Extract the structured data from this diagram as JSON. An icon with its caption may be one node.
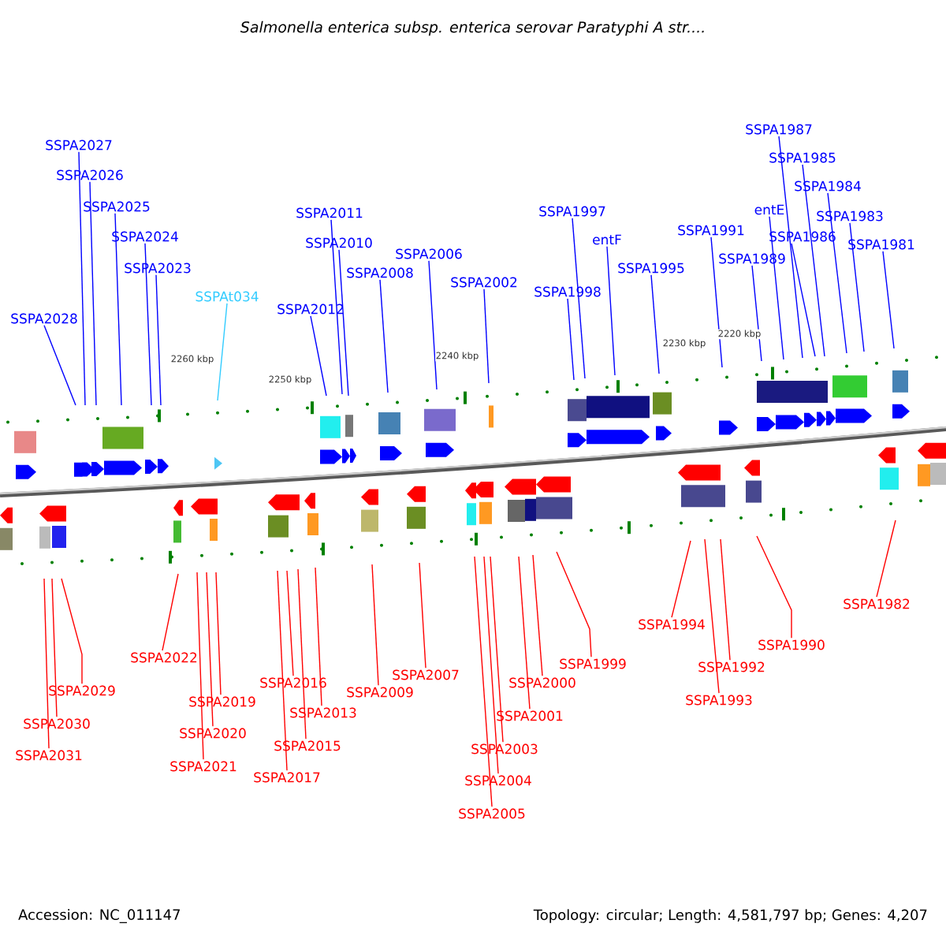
{
  "diagram": {
    "title": "Salmonella enterica subsp. enterica serovar Paratyphi A str....",
    "nodes": [
      {
        "text": [
          "SSPA2028"
        ]
      },
      {
        "text": [
          "SSPA2027"
        ]
      },
      {
        "text": [
          "SSPA2026"
        ]
      },
      {
        "text": [
          "SSPA2025"
        ]
      },
      {
        "text": [
          "SSPA2024"
        ]
      },
      {
        "text": [
          "SSPA2023"
        ]
      },
      {
        "text": [
          "SSPAt034"
        ]
      },
      {
        "text": [
          "SSPA2012"
        ]
      },
      {
        "text": [
          "SSPA2011"
        ]
      },
      {
        "text": [
          "SSPA2010"
        ]
      },
      {
        "text": [
          "SSPA2008"
        ]
      },
      {
        "text": [
          "SSPA2006"
        ]
      },
      {
        "text": [
          "SSPA2002"
        ]
      },
      {
        "text": [
          "SSPA1998"
        ]
      },
      {
        "text": [
          "SSPA1997"
        ]
      },
      {
        "text": [
          "entF"
        ]
      },
      {
        "text": [
          "SSPA1995"
        ]
      },
      {
        "text": [
          "SSPA1991"
        ]
      },
      {
        "text": [
          "SSPA1989"
        ]
      },
      {
        "text": [
          "entE"
        ]
      },
      {
        "text": [
          "SSPA1987"
        ]
      },
      {
        "text": [
          "SSPA1986"
        ]
      },
      {
        "text": [
          "SSPA1985"
        ]
      },
      {
        "text": [
          "SSPA1984"
        ]
      },
      {
        "text": [
          "SSPA1983"
        ]
      },
      {
        "text": [
          "SSPA1981"
        ]
      },
      {
        "text": [
          "SSPA2031"
        ]
      },
      {
        "text": [
          "SSPA2030"
        ]
      },
      {
        "text": [
          "SSPA2029"
        ]
      },
      {
        "text": [
          "SSPA2022"
        ]
      },
      {
        "text": [
          "SSPA2021"
        ]
      },
      {
        "text": [
          "SSPA2020"
        ]
      },
      {
        "text": [
          "SSPA2019"
        ]
      },
      {
        "text": [
          "SSPA2017"
        ]
      },
      {
        "text": [
          "SSPA2016"
        ]
      },
      {
        "text": [
          "SSPA2015"
        ]
      },
      {
        "text": [
          "SSPA2013"
        ]
      },
      {
        "text": [
          "SSPA2009"
        ]
      },
      {
        "text": [
          "SSPA2007"
        ]
      },
      {
        "text": [
          "SSPA2005"
        ]
      },
      {
        "text": [
          "SSPA2004"
        ]
      },
      {
        "text": [
          "SSPA2003"
        ]
      },
      {
        "text": [
          "SSPA2001"
        ]
      },
      {
        "text": [
          "SSPA2000"
        ]
      },
      {
        "text": [
          "SSPA1999"
        ]
      },
      {
        "text": [
          "SSPA1994"
        ]
      },
      {
        "text": [
          "SSPA1993"
        ]
      },
      {
        "text": [
          "SSPA1992"
        ]
      },
      {
        "text": [
          "SSPA1990"
        ]
      },
      {
        "text": [
          "SSPA1982"
        ]
      }
    ],
    "edges": [
      {
        "from": 0,
        "to": null,
        "arrow": "none",
        "color": "#0000ff"
      },
      {
        "from": 1,
        "to": null,
        "arrow": "none",
        "color": "#0000ff"
      },
      {
        "from": 2,
        "to": null,
        "arrow": "none",
        "color": "#0000ff"
      },
      {
        "from": 3,
        "to": null,
        "arrow": "none",
        "color": "#0000ff"
      },
      {
        "from": 4,
        "to": null,
        "arrow": "none",
        "color": "#0000ff"
      },
      {
        "from": 5,
        "to": null,
        "arrow": "none",
        "color": "#0000ff"
      },
      {
        "from": 6,
        "to": null,
        "arrow": "none",
        "color": "#33ccff"
      },
      {
        "from": 7,
        "to": null,
        "arrow": "none",
        "color": "#0000ff"
      },
      {
        "from": 8,
        "to": null,
        "arrow": "none",
        "color": "#0000ff"
      },
      {
        "from": 9,
        "to": null,
        "arrow": "none",
        "color": "#0000ff"
      },
      {
        "from": 10,
        "to": null,
        "arrow": "none",
        "color": "#0000ff"
      },
      {
        "from": 11,
        "to": null,
        "arrow": "none",
        "color": "#0000ff"
      },
      {
        "from": 12,
        "to": null,
        "arrow": "none",
        "color": "#0000ff"
      },
      {
        "from": 13,
        "to": null,
        "arrow": "none",
        "color": "#0000ff"
      },
      {
        "from": 14,
        "to": null,
        "arrow": "none",
        "color": "#0000ff"
      },
      {
        "from": 15,
        "to": null,
        "arrow": "none",
        "color": "#0000ff"
      },
      {
        "from": 16,
        "to": null,
        "arrow": "none",
        "color": "#0000ff"
      },
      {
        "from": 17,
        "to": null,
        "arrow": "none",
        "color": "#0000ff"
      },
      {
        "from": 18,
        "to": null,
        "arrow": "none",
        "color": "#0000ff"
      },
      {
        "from": 19,
        "to": null,
        "arrow": "none",
        "color": "#0000ff"
      },
      {
        "from": 20,
        "to": null,
        "arrow": "none",
        "color": "#0000ff"
      },
      {
        "from": 21,
        "to": null,
        "arrow": "none",
        "color": "#0000ff"
      },
      {
        "from": 22,
        "to": null,
        "arrow": "none",
        "color": "#0000ff"
      },
      {
        "from": 23,
        "to": null,
        "arrow": "none",
        "color": "#0000ff"
      },
      {
        "from": 24,
        "to": null,
        "arrow": "none",
        "color": "#0000ff"
      },
      {
        "from": 25,
        "to": null,
        "arrow": "none",
        "color": "#0000ff"
      },
      {
        "from": 26,
        "to": null,
        "arrow": "none",
        "color": "#ff0000"
      },
      {
        "from": 27,
        "to": null,
        "arrow": "none",
        "color": "#ff0000"
      },
      {
        "from": 28,
        "to": null,
        "arrow": "none",
        "color": "#ff0000"
      },
      {
        "from": 29,
        "to": null,
        "arrow": "none",
        "color": "#ff0000"
      },
      {
        "from": 30,
        "to": null,
        "arrow": "none",
        "color": "#ff0000"
      },
      {
        "from": 31,
        "to": null,
        "arrow": "none",
        "color": "#ff0000"
      },
      {
        "from": 32,
        "to": null,
        "arrow": "none",
        "color": "#ff0000"
      },
      {
        "from": 33,
        "to": null,
        "arrow": "none",
        "color": "#ff0000"
      },
      {
        "from": 34,
        "to": null,
        "arrow": "none",
        "color": "#ff0000"
      },
      {
        "from": 35,
        "to": null,
        "arrow": "none",
        "color": "#ff0000"
      },
      {
        "from": 36,
        "to": null,
        "arrow": "none",
        "color": "#ff0000"
      },
      {
        "from": 37,
        "to": null,
        "arrow": "none",
        "color": "#ff0000"
      },
      {
        "from": 38,
        "to": null,
        "arrow": "none",
        "color": "#ff0000"
      },
      {
        "from": 39,
        "to": null,
        "arrow": "none",
        "color": "#ff0000"
      },
      {
        "from": 40,
        "to": null,
        "arrow": "none",
        "color": "#ff0000"
      },
      {
        "from": 41,
        "to": null,
        "arrow": "none",
        "color": "#ff0000"
      },
      {
        "from": 42,
        "to": null,
        "arrow": "none",
        "color": "#ff0000"
      },
      {
        "from": 43,
        "to": null,
        "arrow": "none",
        "color": "#ff0000"
      },
      {
        "from": 44,
        "to": null,
        "arrow": "none",
        "color": "#ff0000"
      },
      {
        "from": 45,
        "to": null,
        "arrow": "none",
        "color": "#ff0000"
      },
      {
        "from": 46,
        "to": null,
        "arrow": "none",
        "color": "#ff0000"
      },
      {
        "from": 47,
        "to": null,
        "arrow": "none",
        "color": "#ff0000"
      },
      {
        "from": 48,
        "to": null,
        "arrow": "none",
        "color": "#ff0000"
      },
      {
        "from": 49,
        "to": null,
        "arrow": "none",
        "color": "#ff0000"
      }
    ],
    "labels": [
      "2260 kbp",
      "2250 kbp",
      "2240 kbp",
      "2230 kbp",
      "2220 kbp",
      "Accession: NC_011147",
      "Topology: circular; Length: 4,581,797 bp; Genes: 4,207"
    ]
  }
}
